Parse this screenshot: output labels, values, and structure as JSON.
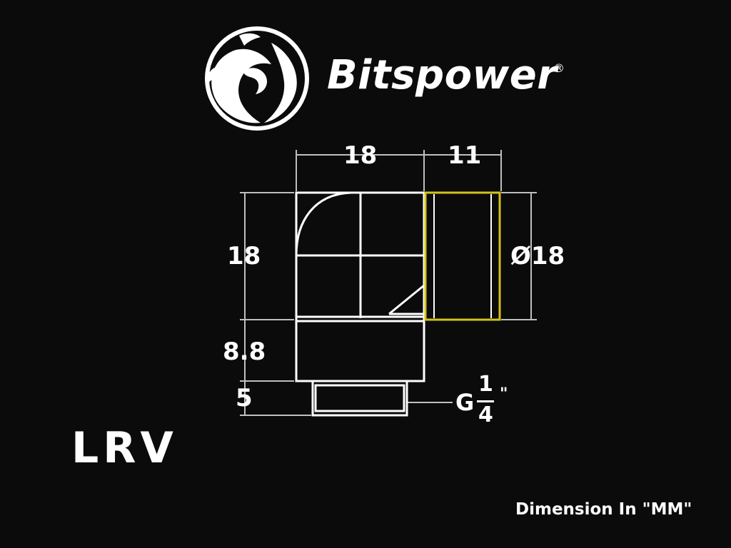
{
  "brand": {
    "name": "Bitspower",
    "registered_mark": "®",
    "logo_icon": "dragon-emblem-icon"
  },
  "dimensions": {
    "top_left_width": "18",
    "top_right_width": "11",
    "body_height": "18",
    "outlet_diameter": "Ø18",
    "collar_height": "8.8",
    "thread_length": "5"
  },
  "thread": {
    "prefix": "G",
    "numerator": "1",
    "denominator": "4",
    "unit_mark": "\""
  },
  "model_code": "LRV",
  "unit_note": "Dimension In \"MM\"",
  "colors": {
    "background": "#0b0b0b",
    "line": "#ffffff",
    "highlight": "#d4c21a",
    "dim_line": "#bfbfbf"
  }
}
